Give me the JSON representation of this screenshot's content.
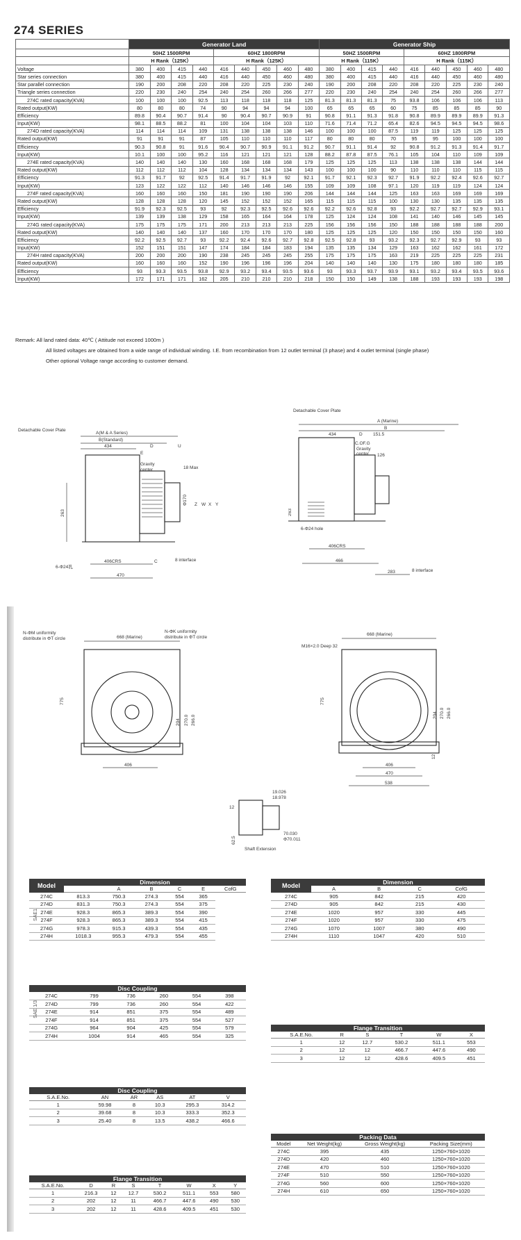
{
  "title": "274 SERIES",
  "spec": {
    "group_land": "Generator Land",
    "group_ship": "Generator Ship",
    "land_50": "50HZ 1500RPM",
    "land_60": "60HZ 1800RPM",
    "ship_50": "50HZ 1500RPM",
    "ship_60": "60HZ 1800RPM",
    "rank_land_50": "H Rank（125K）",
    "rank_land_60": "H Rank（125K）",
    "rank_ship_50": "H Rank（115K）",
    "rank_ship_60": "H Rank（115K）",
    "rows": [
      {
        "label": "Voltage",
        "ind": false,
        "v": [
          "380",
          "400",
          "415",
          "440",
          "416",
          "440",
          "450",
          "460",
          "480",
          "380",
          "400",
          "415",
          "440",
          "416",
          "440",
          "450",
          "460",
          "480"
        ]
      },
      {
        "label": "Star series connection",
        "ind": false,
        "v": [
          "380",
          "400",
          "415",
          "440",
          "416",
          "440",
          "450",
          "460",
          "480",
          "380",
          "400",
          "415",
          "440",
          "416",
          "440",
          "450",
          "460",
          "480"
        ]
      },
      {
        "label": "Star parallel connection",
        "ind": false,
        "v": [
          "190",
          "200",
          "208",
          "220",
          "208",
          "220",
          "225",
          "230",
          "240",
          "190",
          "200",
          "208",
          "220",
          "208",
          "220",
          "225",
          "230",
          "240"
        ]
      },
      {
        "label": "Triangle series connection",
        "ind": false,
        "v": [
          "220",
          "230",
          "240",
          "254",
          "240",
          "254",
          "260",
          "266",
          "277",
          "220",
          "230",
          "240",
          "254",
          "240",
          "254",
          "260",
          "266",
          "277"
        ]
      },
      {
        "label": "274C rated capacity(KVA)",
        "ind": true,
        "v": [
          "100",
          "100",
          "100",
          "92.5",
          "113",
          "118",
          "118",
          "118",
          "125",
          "81.3",
          "81.3",
          "81.3",
          "75",
          "93.8",
          "106",
          "106",
          "106",
          "113"
        ]
      },
      {
        "label": "Rated output(KW)",
        "ind": false,
        "v": [
          "80",
          "80",
          "80",
          "74",
          "90",
          "94",
          "94",
          "94",
          "100",
          "65",
          "65",
          "65",
          "60",
          "75",
          "85",
          "85",
          "85",
          "90"
        ]
      },
      {
        "label": "Efficiency",
        "ind": false,
        "v": [
          "89.8",
          "90.4",
          "90.7",
          "91.4",
          "90",
          "90.4",
          "90.7",
          "90.9",
          "91",
          "90.8",
          "91.1",
          "91.3",
          "91.8",
          "90.8",
          "89.9",
          "89.9",
          "89.9",
          "91.3"
        ]
      },
      {
        "label": "Input(KW)",
        "ind": false,
        "v": [
          "98.1",
          "88.5",
          "88.2",
          "81",
          "100",
          "104",
          "104",
          "103",
          "110",
          "71.6",
          "71.4",
          "71.2",
          "65.4",
          "82.6",
          "94.5",
          "94.5",
          "94.5",
          "98.6"
        ]
      },
      {
        "label": "274D rated capacity(KVA)",
        "ind": true,
        "v": [
          "114",
          "114",
          "114",
          "109",
          "131",
          "138",
          "138",
          "138",
          "146",
          "100",
          "100",
          "100",
          "87.5",
          "119",
          "119",
          "125",
          "125",
          "125"
        ]
      },
      {
        "label": "Rated output(KW)",
        "ind": false,
        "v": [
          "91",
          "91",
          "91",
          "87",
          "105",
          "110",
          "110",
          "110",
          "117",
          "80",
          "80",
          "80",
          "70",
          "95",
          "95",
          "100",
          "100",
          "100"
        ]
      },
      {
        "label": "Efficiency",
        "ind": false,
        "v": [
          "90.3",
          "90.8",
          "91",
          "91.6",
          "90.4",
          "90.7",
          "90.9",
          "91.1",
          "91.2",
          "90.7",
          "91.1",
          "91.4",
          "92",
          "90.8",
          "91.2",
          "91.3",
          "91.4",
          "91.7"
        ]
      },
      {
        "label": "Input(KW)",
        "ind": false,
        "v": [
          "10.1",
          "100",
          "100",
          "95.2",
          "116",
          "121",
          "121",
          "121",
          "128",
          "88.2",
          "87.8",
          "87.5",
          "76.1",
          "105",
          "104",
          "110",
          "109",
          "109"
        ]
      },
      {
        "label": "274E rated capacity(KVA)",
        "ind": true,
        "v": [
          "140",
          "140",
          "140",
          "130",
          "160",
          "168",
          "168",
          "168",
          "179",
          "125",
          "125",
          "125",
          "113",
          "138",
          "138",
          "138",
          "144",
          "144"
        ]
      },
      {
        "label": "Rated output(KW)",
        "ind": false,
        "v": [
          "112",
          "112",
          "112",
          "104",
          "128",
          "134",
          "134",
          "134",
          "143",
          "100",
          "100",
          "100",
          "90",
          "110",
          "110",
          "110",
          "115",
          "115"
        ]
      },
      {
        "label": "Efficiency",
        "ind": false,
        "v": [
          "91.3",
          "91.7",
          "92",
          "92.5",
          "91.4",
          "91.7",
          "91.9",
          "92",
          "92.1",
          "91.7",
          "92.1",
          "92.3",
          "92.7",
          "91.9",
          "92.2",
          "92.4",
          "92.6",
          "92.7"
        ]
      },
      {
        "label": "Input(KW)",
        "ind": false,
        "v": [
          "123",
          "122",
          "122",
          "112",
          "140",
          "146",
          "146",
          "146",
          "155",
          "109",
          "109",
          "108",
          "97.1",
          "120",
          "119",
          "119",
          "124",
          "124"
        ]
      },
      {
        "label": "274F rated capacity(KVA)",
        "ind": true,
        "v": [
          "160",
          "160",
          "160",
          "150",
          "181",
          "190",
          "190",
          "190",
          "206",
          "144",
          "144",
          "144",
          "125",
          "163",
          "163",
          "169",
          "169",
          "169"
        ]
      },
      {
        "label": "Rated output(KW)",
        "ind": false,
        "v": [
          "128",
          "128",
          "128",
          "120",
          "145",
          "152",
          "152",
          "152",
          "165",
          "115",
          "115",
          "115",
          "100",
          "130",
          "130",
          "135",
          "135",
          "135"
        ]
      },
      {
        "label": "Efficiency",
        "ind": false,
        "v": [
          "91.9",
          "92.3",
          "92.5",
          "93",
          "92",
          "92.3",
          "92.5",
          "92.6",
          "92.6",
          "92.2",
          "92.6",
          "92.8",
          "93",
          "92.2",
          "92.7",
          "92.7",
          "92.9",
          "93.1"
        ]
      },
      {
        "label": "Input(KW)",
        "ind": false,
        "v": [
          "139",
          "139",
          "138",
          "129",
          "158",
          "165",
          "164",
          "164",
          "178",
          "125",
          "124",
          "124",
          "108",
          "141",
          "140",
          "146",
          "145",
          "145"
        ]
      },
      {
        "label": "274G rated capacity(KVA)",
        "ind": true,
        "v": [
          "175",
          "175",
          "175",
          "171",
          "200",
          "213",
          "213",
          "213",
          "225",
          "156",
          "156",
          "156",
          "150",
          "188",
          "188",
          "188",
          "188",
          "200"
        ]
      },
      {
        "label": "Rated output(KW)",
        "ind": false,
        "v": [
          "140",
          "140",
          "140",
          "137",
          "160",
          "170",
          "170",
          "170",
          "180",
          "125",
          "125",
          "125",
          "120",
          "150",
          "150",
          "150",
          "150",
          "160"
        ]
      },
      {
        "label": "Efficiency",
        "ind": false,
        "v": [
          "92.2",
          "92.5",
          "92.7",
          "93",
          "92.2",
          "92.4",
          "92.6",
          "92.7",
          "92.8",
          "92.5",
          "92.8",
          "93",
          "93.2",
          "92.3",
          "92.7",
          "92.9",
          "93",
          "93"
        ]
      },
      {
        "label": "Input(KW)",
        "ind": false,
        "v": [
          "152",
          "151",
          "151",
          "147",
          "174",
          "184",
          "184",
          "183",
          "194",
          "135",
          "135",
          "134",
          "129",
          "163",
          "162",
          "162",
          "161",
          "172"
        ]
      },
      {
        "label": "274H rated capacity(KVA)",
        "ind": true,
        "v": [
          "200",
          "200",
          "200",
          "190",
          "238",
          "245",
          "245",
          "245",
          "255",
          "175",
          "175",
          "175",
          "163",
          "219",
          "225",
          "225",
          "225",
          "231"
        ]
      },
      {
        "label": "Rated output(KW)",
        "ind": false,
        "v": [
          "160",
          "160",
          "160",
          "152",
          "190",
          "196",
          "196",
          "196",
          "204",
          "140",
          "140",
          "140",
          "130",
          "175",
          "180",
          "180",
          "180",
          "185"
        ]
      },
      {
        "label": "Efficiency",
        "ind": false,
        "v": [
          "93",
          "93.3",
          "93.5",
          "93.8",
          "92.9",
          "93.2",
          "93.4",
          "93.5",
          "93.6",
          "93",
          "93.3",
          "93.7",
          "93.9",
          "93.1",
          "93.2",
          "93.4",
          "93.5",
          "93.6"
        ]
      },
      {
        "label": "Input(KW)",
        "ind": false,
        "v": [
          "172",
          "171",
          "171",
          "162",
          "205",
          "210",
          "210",
          "210",
          "218",
          "150",
          "150",
          "149",
          "138",
          "188",
          "193",
          "193",
          "193",
          "198"
        ]
      }
    ]
  },
  "remark": {
    "label": "Remark:",
    "line1": "All land rated data: 40℃ ( Attitude not exceed 1000m )",
    "line2": "All listed voltages are obtained from a wide range of individual winding. I.E. from recombination from 12 outlet terminal (3 phase) and 4 outlet terminal (single phase)",
    "line3": "Other optional Voltage range according to customer demand."
  },
  "drawings": {
    "land_cover": "Detachable Cover Plate",
    "land_a": "A(M & A Series)",
    "land_b": "B(Standard)",
    "d434": "434",
    "lD": "D",
    "lE": "E",
    "lU": "U",
    "gravity": "Gravity",
    "center": "center",
    "max18": "18 Max",
    "d263": "263",
    "phi170": "Φ170",
    "lZ": "Z",
    "lW": "W",
    "lX": "X",
    "lY": "Y",
    "hole_land": "6-Φ24孔",
    "crs406": "406CRS",
    "lC": "C",
    "interface8": "8 interface",
    "d470": "470",
    "ship_cover": "Detachable Cover Plate",
    "ship_a": "A (Marine)",
    "lB": "B",
    "d151": "151.5",
    "cofg": "C.OF.G",
    "d126": "126",
    "hole_ship": "6-Φ24 hole",
    "d466": "466",
    "d283": "283",
    "d668a": "668 (Marine)",
    "nphik": "N-ΦK uniformity",
    "distribute": "distribute in ΦT circle",
    "uniform_l": "N-ΦM uniformity",
    "uniform_l2": "distribute in ΦT circle",
    "d775": "775",
    "d204": "204",
    "d270": "270.0",
    "d266": "266.0",
    "d406": "406",
    "d668b": "668 (Marine)",
    "m16": "M16×2.0 Deep 32",
    "d538": "538",
    "d12": "12",
    "d19026": "19.026",
    "d18978": "18.978",
    "d625": "62.5",
    "d70030": "70.030",
    "d70011": "Φ70.011",
    "shaft_ext": "Shaft Extension"
  },
  "dim_sae": {
    "model": "Model",
    "dimension": "Dimension",
    "side": "SAE1",
    "cols": [
      "A",
      "B",
      "C",
      "E",
      "CofG"
    ],
    "rows": [
      [
        "274C",
        "813.3",
        "750.3",
        "274.3",
        "554",
        "365"
      ],
      [
        "274D",
        "831.3",
        "750.3",
        "274.3",
        "554",
        "375"
      ],
      [
        "274E",
        "928.3",
        "865.3",
        "389.3",
        "554",
        "390"
      ],
      [
        "274F",
        "928.3",
        "865.3",
        "389.3",
        "554",
        "415"
      ],
      [
        "274G",
        "978.3",
        "915.3",
        "439.3",
        "554",
        "435"
      ],
      [
        "274H",
        "1018.3",
        "955.3",
        "479.3",
        "554",
        "455"
      ]
    ]
  },
  "dim_marine": {
    "model": "Model",
    "dimension": "Dimension",
    "cols": [
      "A",
      "B",
      "C",
      "CofG"
    ],
    "rows": [
      [
        "274C",
        "905",
        "842",
        "215",
        "420"
      ],
      [
        "274D",
        "905",
        "842",
        "215",
        "430"
      ],
      [
        "274E",
        "1020",
        "957",
        "330",
        "445"
      ],
      [
        "274F",
        "1020",
        "957",
        "330",
        "475"
      ],
      [
        "274G",
        "1070",
        "1007",
        "380",
        "490"
      ],
      [
        "274H",
        "1110",
        "1047",
        "420",
        "510"
      ]
    ]
  },
  "disc_model": {
    "title": "Disc Coupling",
    "side": "SAE 1/3",
    "rows": [
      [
        "274C",
        "799",
        "736",
        "260",
        "554",
        "398"
      ],
      [
        "274D",
        "799",
        "736",
        "260",
        "554",
        "422"
      ],
      [
        "274E",
        "914",
        "851",
        "375",
        "554",
        "489"
      ],
      [
        "274F",
        "914",
        "851",
        "375",
        "554",
        "527"
      ],
      [
        "274G",
        "964",
        "904",
        "425",
        "554",
        "579"
      ],
      [
        "274H",
        "1004",
        "914",
        "465",
        "554",
        "325"
      ]
    ]
  },
  "flange_right": {
    "title": "Flange Transition",
    "cols": [
      "S.A.E.No.",
      "R",
      "S",
      "T",
      "W",
      "X"
    ],
    "rows": [
      [
        "1",
        "12",
        "12.7",
        "530.2",
        "511.1",
        "553"
      ],
      [
        "2",
        "12",
        "12",
        "466.7",
        "447.6",
        "490"
      ],
      [
        "3",
        "12",
        "12",
        "428.6",
        "409.5",
        "451"
      ]
    ]
  },
  "disc_sae": {
    "title": "Disc Coupling",
    "cols": [
      "S.A.E.No.",
      "AN",
      "AR",
      "AS",
      "AT",
      "V"
    ],
    "rows": [
      [
        "1",
        "59.98",
        "8",
        "10.3",
        "295.3",
        "314.2"
      ],
      [
        "2",
        "39.68",
        "8",
        "10.3",
        "333.3",
        "352.3"
      ],
      [
        "3",
        "25.40",
        "8",
        "13.5",
        "438.2",
        "466.6"
      ]
    ]
  },
  "packing": {
    "title": "Packing Data",
    "cols": [
      "Model",
      "Net Weight(kg)",
      "Gross Weight(kg)",
      "Packing Size(mm)"
    ],
    "rows": [
      [
        "274C",
        "395",
        "435",
        "1250×760×1020"
      ],
      [
        "274D",
        "420",
        "460",
        "1250×760×1020"
      ],
      [
        "274E",
        "470",
        "510",
        "1250×760×1020"
      ],
      [
        "274F",
        "510",
        "550",
        "1250×760×1020"
      ],
      [
        "274G",
        "560",
        "600",
        "1250×760×1020"
      ],
      [
        "274H",
        "610",
        "650",
        "1250×760×1020"
      ]
    ]
  },
  "flange_left": {
    "title": "Flange Transition",
    "cols": [
      "S.A.E.No.",
      "D",
      "R",
      "S",
      "T",
      "W",
      "X",
      "Y"
    ],
    "rows": [
      [
        "1",
        "216.3",
        "12",
        "12.7",
        "530.2",
        "511.1",
        "553",
        "580"
      ],
      [
        "2",
        "202",
        "12",
        "11",
        "466.7",
        "447.6",
        "490",
        "530"
      ],
      [
        "3",
        "202",
        "12",
        "11",
        "428.6",
        "409.5",
        "451",
        "530"
      ]
    ]
  }
}
